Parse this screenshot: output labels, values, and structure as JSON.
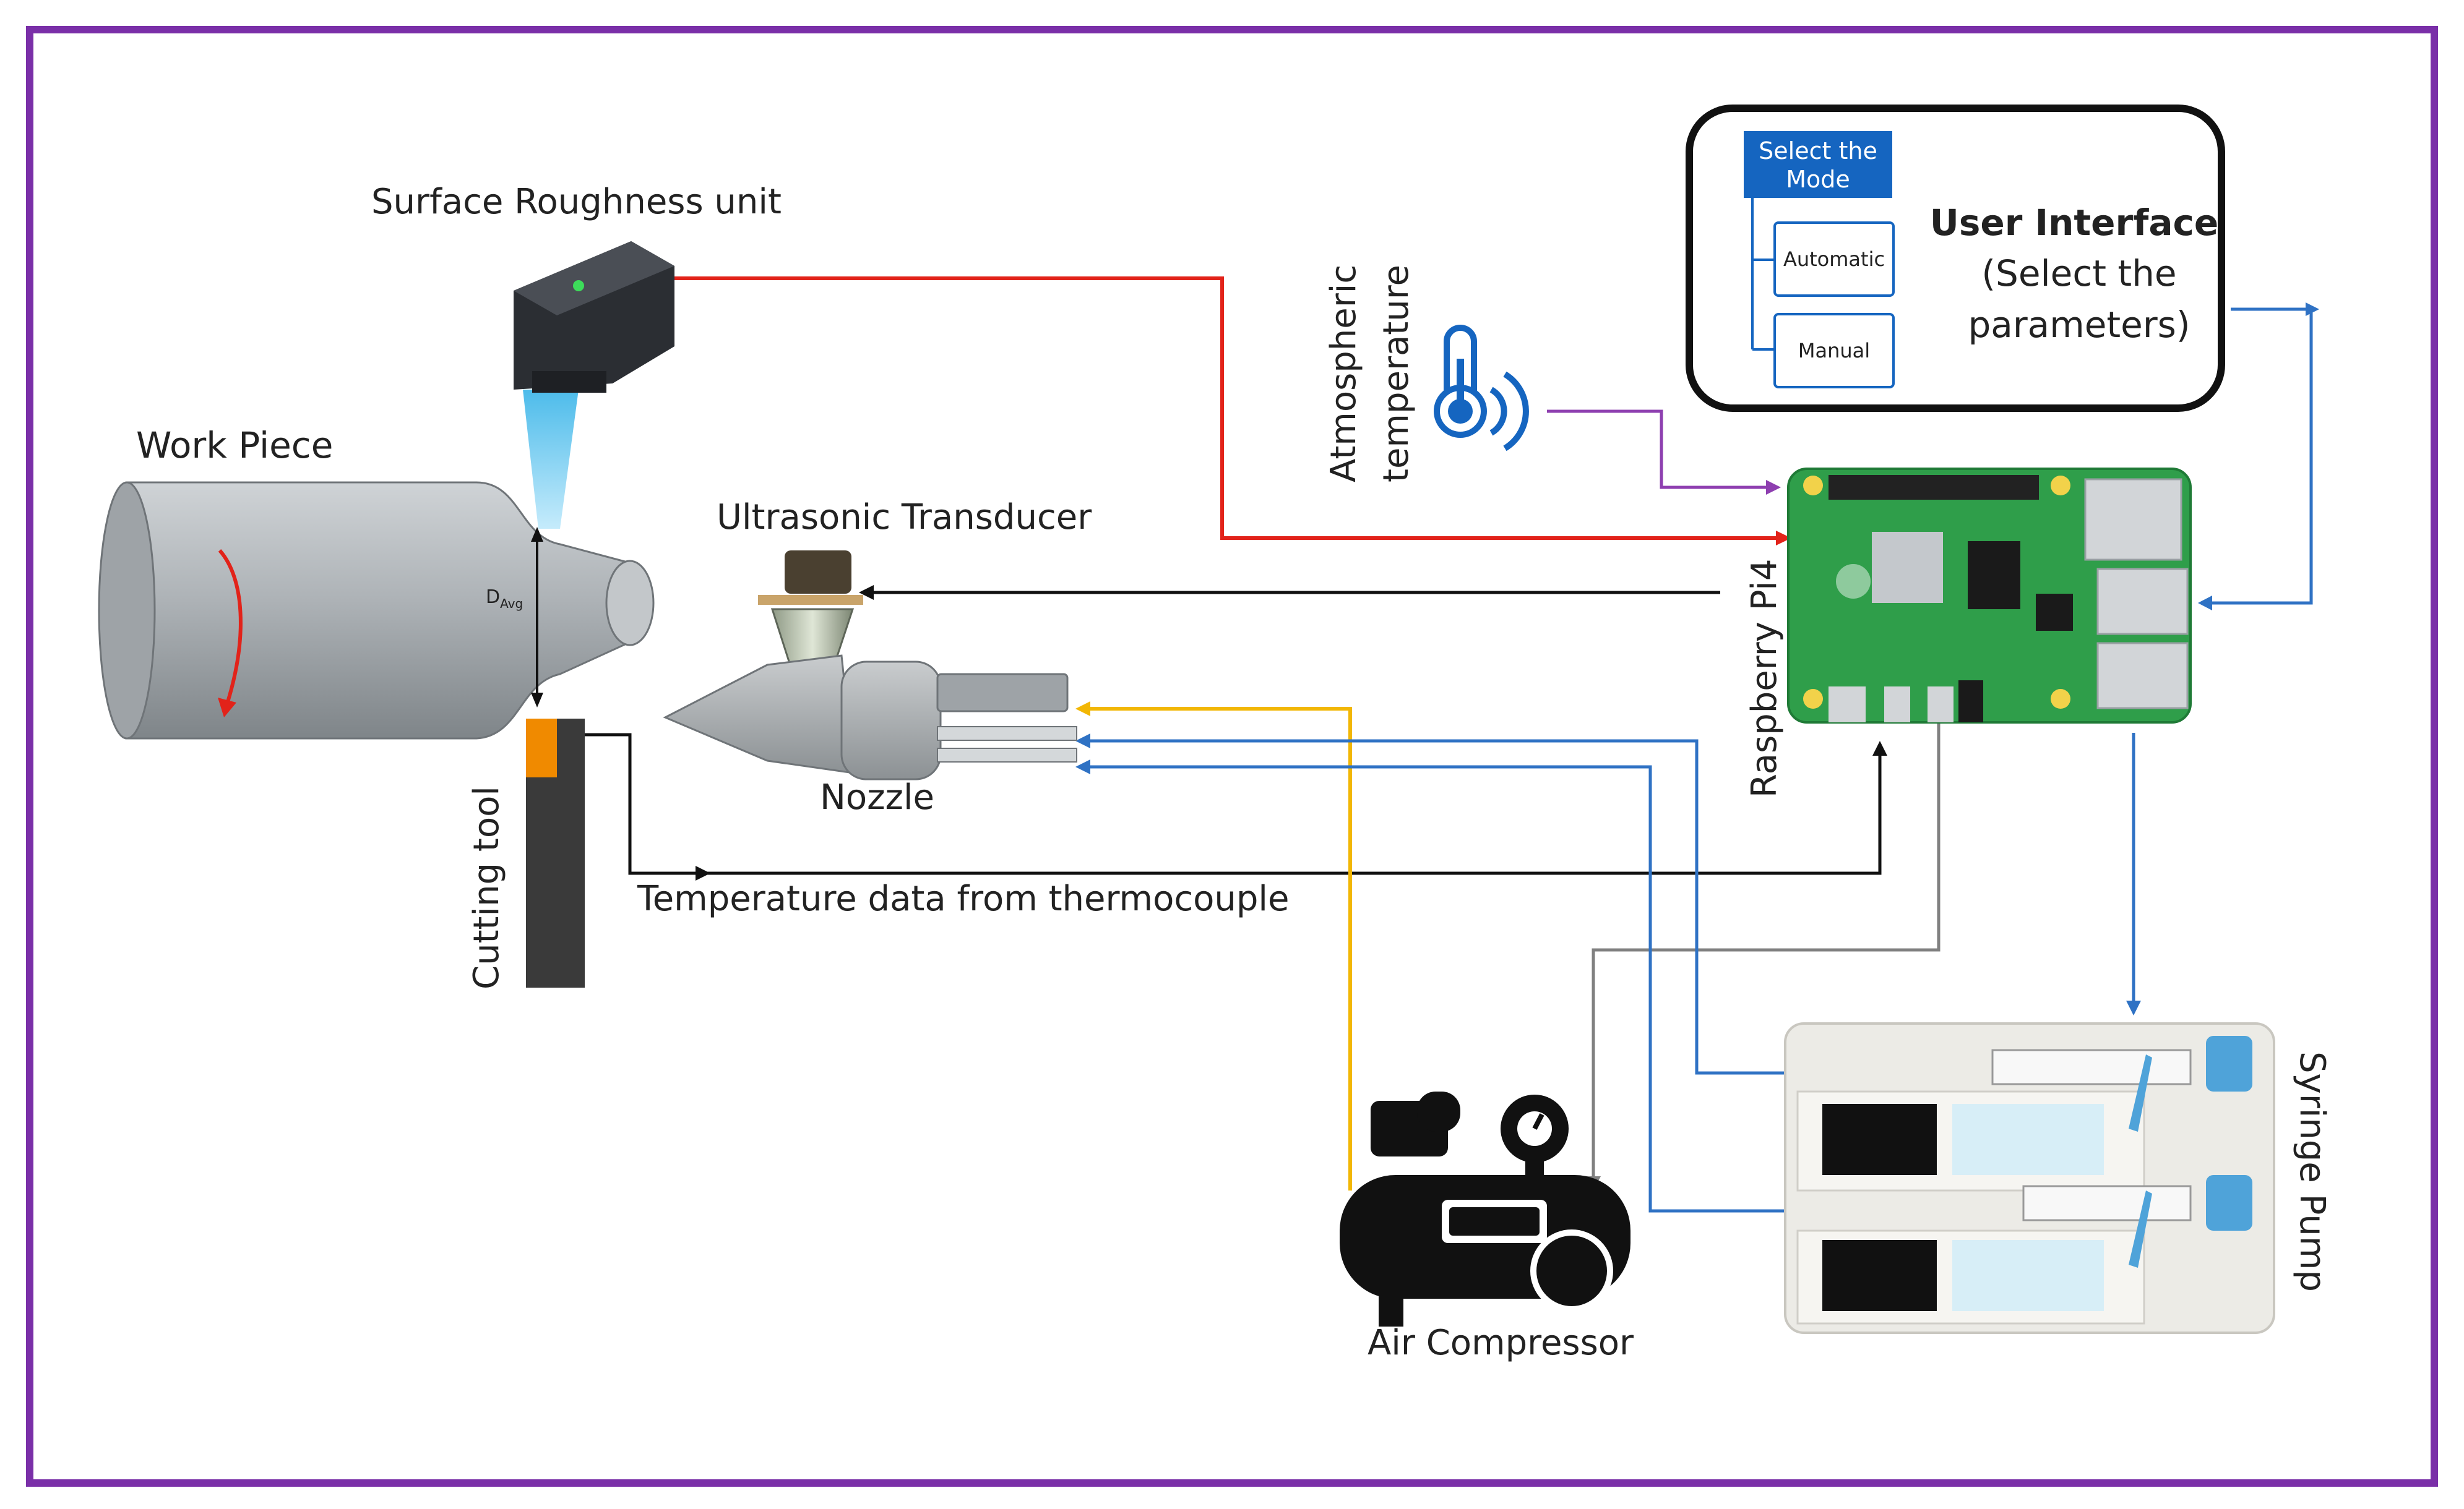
{
  "labels": {
    "surface_roughness": "Surface Roughness unit",
    "work_piece": "Work Piece",
    "ultrasonic_transducer": "Ultrasonic Transducer",
    "nozzle": "Nozzle",
    "cutting_tool": "Cutting tool",
    "temp_data": "Temperature data from thermocouple",
    "atmospheric_line1": "Atmospheric",
    "atmospheric_line2": "temperature",
    "raspberry_pi": "Raspberry Pi4",
    "air_compressor": "Air Compressor",
    "syringe_pump": "Syringe Pump",
    "diameter_main": "D",
    "diameter_sub": "Avg",
    "ui_title": "User Interface",
    "ui_sub1": "(Select the",
    "ui_sub2": "parameters)",
    "select_mode_1": "Select the",
    "select_mode_2": "Mode",
    "automatic": "Automatic",
    "manual": "Manual"
  },
  "colors": {
    "frame": "#7a2fa8",
    "red_line": "#e2231a",
    "black_line": "#111111",
    "blue_line": "#2f72c4",
    "yellow_line": "#f2b705",
    "purple_line": "#8e3fb0",
    "gray_line": "#808080",
    "board_green": "#2f9e4a",
    "mode_blue": "#1565c0"
  }
}
